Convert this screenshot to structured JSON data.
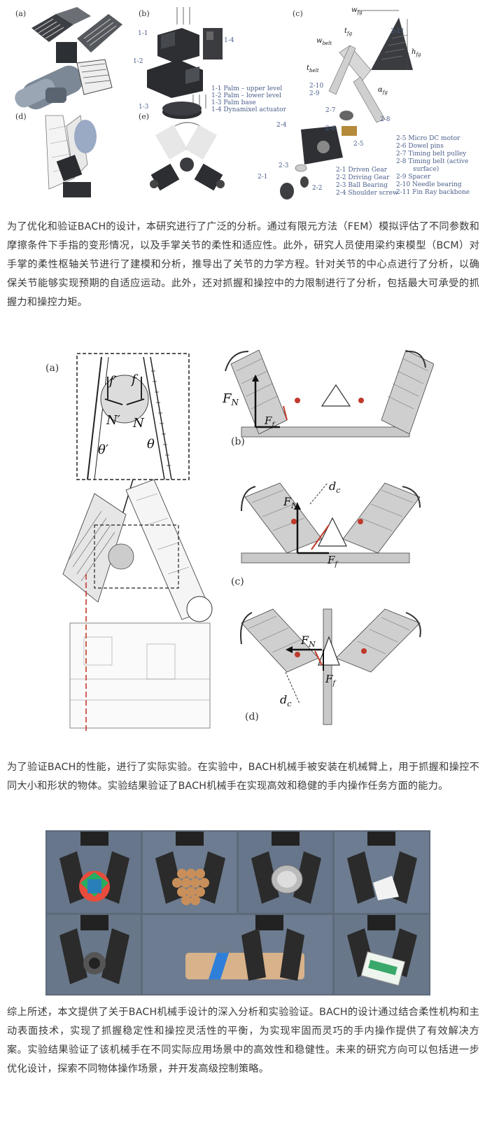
{
  "figure1": {
    "panel_labels": [
      "(a)",
      "(b)",
      "(c)",
      "(d)",
      "(e)"
    ],
    "b_parts": [
      "1-1",
      "1-2",
      "1-3",
      "1-4"
    ],
    "b_legend": [
      "1-1 Palm – upper level",
      "1-2 Palm – lower level",
      "1-3 Palm base",
      "1-4 Dynamixel actuator"
    ],
    "c_dims": {
      "w_fg": "w",
      "w_fg_sub": "fg",
      "t_fg": "t",
      "t_fg_sub": "fg",
      "w_belt": "w",
      "w_belt_sub": "belt",
      "h_fg": "h",
      "h_fg_sub": "fg",
      "t_belt": "t",
      "t_belt_sub": "belt",
      "alpha_fg": "α",
      "alpha_fg_sub": "fg"
    },
    "c_parts": [
      "2-11",
      "2-10",
      "2-9",
      "2-7",
      "2-8",
      "2-6",
      "2-5",
      "2-4",
      "2-3",
      "2-1",
      "2-2"
    ],
    "c_legend_right": [
      "2-5 Micro DC motor",
      "2-6 Dowel pins",
      "2-7 Timing belt pulley",
      "2-8 Timing belt (active",
      "surface)",
      "2-9 Spacer",
      "2-10 Needle bearing",
      "2-11 Fin Ray backbone"
    ],
    "c_legend_left": [
      "2-1 Driven Gear",
      "2-2 Driving Gear",
      "2-3 Ball Bearing",
      "2-4 Shoulder screw"
    ]
  },
  "paragraph1": "为了优化和验证BACH的设计，本研究进行了广泛的分析。通过有限元方法（FEM）模拟评估了不同参数和摩擦条件下手指的变形情况，以及手掌关节的柔性和适应性。此外，研究人员使用梁约束模型（BCM）对手掌的柔性枢轴关节进行了建模和分析，推导出了关节的力学方程。针对关节的中心点进行了分析，以确保关节能够实现预期的自适应运动。此外，还对抓握和操控中的力限制进行了分析，包括最大可承受的抓握力和操控力矩。",
  "figure2": {
    "panel_labels": [
      "(a)",
      "(b)",
      "(c)",
      "(d)"
    ],
    "a_labels": {
      "f_prime": "f′",
      "f": "f",
      "N_prime": "N′",
      "N": "N",
      "theta_prime": "θ′",
      "theta": "θ"
    },
    "force_labels": {
      "FN": "F",
      "FN_sub": "N",
      "Ff": "F",
      "Ff_sub": "f",
      "dc": "d",
      "dc_sub": "c"
    }
  },
  "paragraph2": "为了验证BACH的性能，进行了实际实验。在实验中，BACH机械手被安装在机械臂上，用于抓握和操控不同大小和形状的物体。实验结果验证了BACH机械手在实现高效和稳健的手内操作任务方面的能力。",
  "figure3": {
    "photos": [
      "rubik-ball",
      "bead-cluster",
      "metal-cylinder",
      "white-block",
      "round-object",
      "cardboard-tube",
      "tissue-box"
    ]
  },
  "paragraph3": "综上所述，本文提供了关于BACH机械手设计的深入分析和实验验证。BACH的设计通过结合柔性机构和主动表面技术，实现了抓握稳定性和操控灵活性的平衡，为实现牢固而灵巧的手内操作提供了有效解决方案。实验结果验证了该机械手在不同实际应用场景中的高效性和稳健性。未来的研究方向可以包括进一步优化设计，探索不同物体操作场景，并开发高级控制策略。",
  "colors": {
    "text": "#3a3a3a",
    "caption": "#4a5f8a",
    "photo_bg": "#5d6a7a",
    "red_force": "#c0392b"
  }
}
